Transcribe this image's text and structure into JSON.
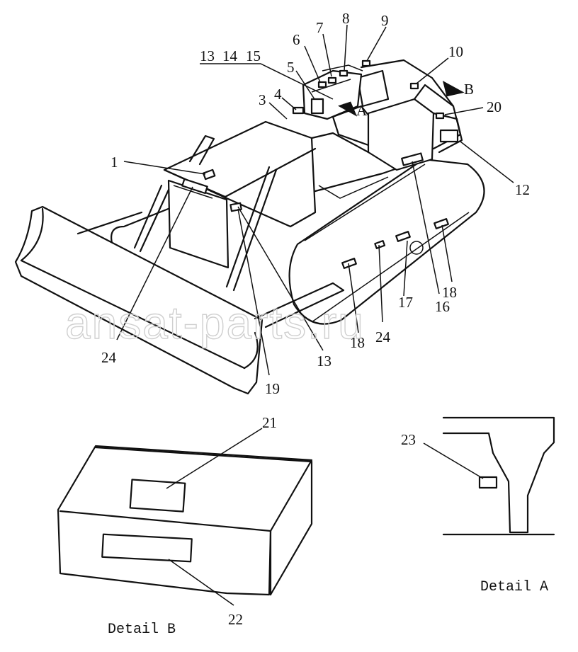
{
  "watermark": "ansat-parts.ru",
  "callouts": {
    "c1": "1",
    "c3": "3",
    "c4": "4",
    "c5": "5",
    "c6": "6",
    "c7": "7",
    "c8": "8",
    "c9": "9",
    "c10": "10",
    "c12": "12",
    "c13a": "13",
    "c14": "14",
    "c15": "15",
    "c13b": "13",
    "c16": "16",
    "c17": "17",
    "c18a": "18",
    "c18b": "18",
    "c19": "19",
    "c20": "20",
    "c21": "21",
    "c22": "22",
    "c23": "23",
    "c24a": "24",
    "c24b": "24"
  },
  "view_marks": {
    "a": "A",
    "b": "B"
  },
  "captions": {
    "detail_a": "Detail A",
    "detail_b": "Detail B"
  }
}
